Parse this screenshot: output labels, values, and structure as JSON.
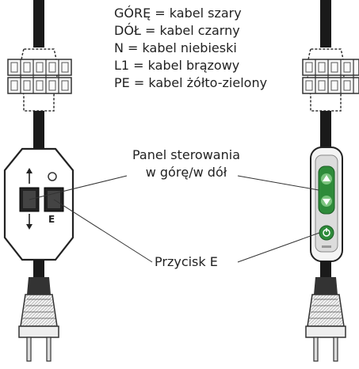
{
  "legend": [
    {
      "text": "GÓRĘ = kabel szary"
    },
    {
      "text": "DÓŁ = kabel czarny"
    },
    {
      "text": "N = kabel niebieski"
    },
    {
      "text": "L1 = kabel brązowy"
    },
    {
      "text": "PE = kabel żółto-zielony"
    }
  ],
  "callouts": {
    "panel_line1": "Panel sterowania",
    "panel_line2": "w górę/w dół",
    "e_button": "Przycisk E"
  },
  "left_panel": {
    "button_e_label": "E",
    "up_arrow_icon": "arrow-up-icon",
    "down_arrow_icon": "arrow-down-icon"
  },
  "right_panel": {
    "up_icon": "triangle-up-icon",
    "down_icon": "triangle-down-icon",
    "e_icon": "power-e-icon"
  },
  "colors": {
    "cable": "#1a1a1a",
    "housing_outline": "#333333",
    "housing_fill": "#eeeeee",
    "button_dark": "#222222",
    "green_button": "#2e8b3a",
    "green_light": "#7cc47f"
  }
}
